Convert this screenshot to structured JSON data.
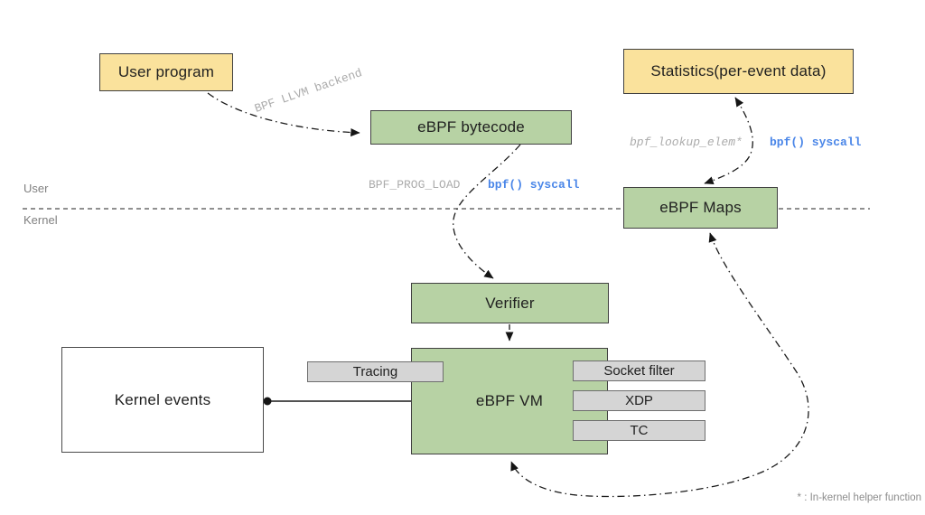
{
  "boxes": {
    "user_program": "User program",
    "ebpf_bytecode": "eBPF bytecode",
    "statistics": "Statistics(per-event data)",
    "ebpf_maps": "eBPF Maps",
    "verifier": "Verifier",
    "ebpf_vm": "eBPF VM",
    "kernel_events": "Kernel events",
    "tracing": "Tracing",
    "socket_filter": "Socket filter",
    "xdp": "XDP",
    "tc": "TC"
  },
  "edge_labels": {
    "llvm_backend": "BPF LLVM backend",
    "prog_load": "BPF_PROG_LOAD",
    "syscall_load": "bpf() syscall",
    "lookup_elem": "bpf_lookup_elem*",
    "syscall_lookup": "bpf() syscall"
  },
  "zones": {
    "user": "User",
    "kernel": "Kernel"
  },
  "footnote": "* : In-kernel helper function",
  "colors": {
    "box_yellow": "#fae29c",
    "box_green": "#b7d2a4",
    "chip_gray": "#d5d5d5",
    "syscall_blue": "#4a86e8",
    "muted_label": "#ababab"
  }
}
